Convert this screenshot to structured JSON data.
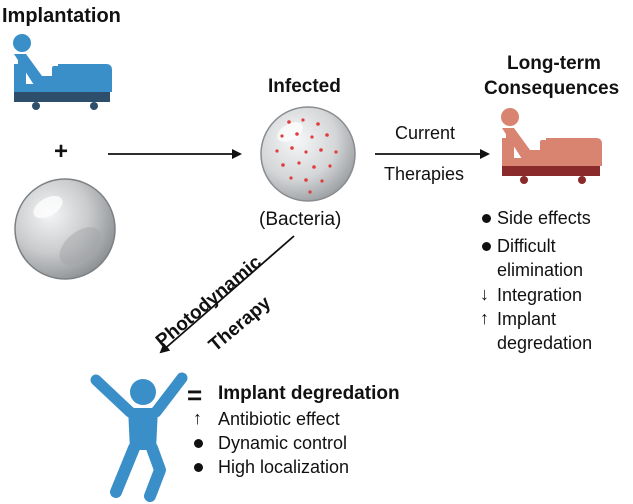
{
  "colors": {
    "patient_blue": "#3a8fc9",
    "patient_blue_dark": "#2c6ea3",
    "bed_base_blue": "#2e4f6b",
    "patient_red": "#d98371",
    "bed_base_red": "#8a2a2a",
    "bacteria_red": "#e23b3b",
    "sphere_gray": "#c9cbcd",
    "person_blue": "#3a8fc9"
  },
  "labels": {
    "implantation": "Implantation",
    "plus": "+",
    "infected": "Infected",
    "bacteria": "(Bacteria)",
    "current": "Current",
    "therapies": "Therapies",
    "long_term_line1": "Long-term",
    "long_term_line2": "Consequences",
    "photodynamic": "Photodynamic",
    "therapy": "Therapy",
    "equals": "="
  },
  "consequences": [
    {
      "marker": "bullet",
      "lines": [
        "Side effects"
      ]
    },
    {
      "marker": "bullet",
      "lines": [
        "Difficult",
        "elimination"
      ]
    },
    {
      "marker": "down-arrow",
      "lines": [
        "Integration"
      ]
    },
    {
      "marker": "up-arrow",
      "lines": [
        "Implant",
        "degredation"
      ]
    }
  ],
  "pdt_outcomes": {
    "heading": "Implant degredation",
    "items": [
      {
        "marker": "up-arrow",
        "text": "Antibiotic effect"
      },
      {
        "marker": "bullet",
        "text": "Dynamic control"
      },
      {
        "marker": "bullet",
        "text": "High localization"
      }
    ]
  },
  "icons": {
    "patient_left": "patient-in-bed-icon",
    "sphere": "implant-sphere-icon",
    "infected_sphere": "infected-sphere-icon",
    "patient_right": "patient-in-bed-icon",
    "person": "person-cheering-icon"
  }
}
